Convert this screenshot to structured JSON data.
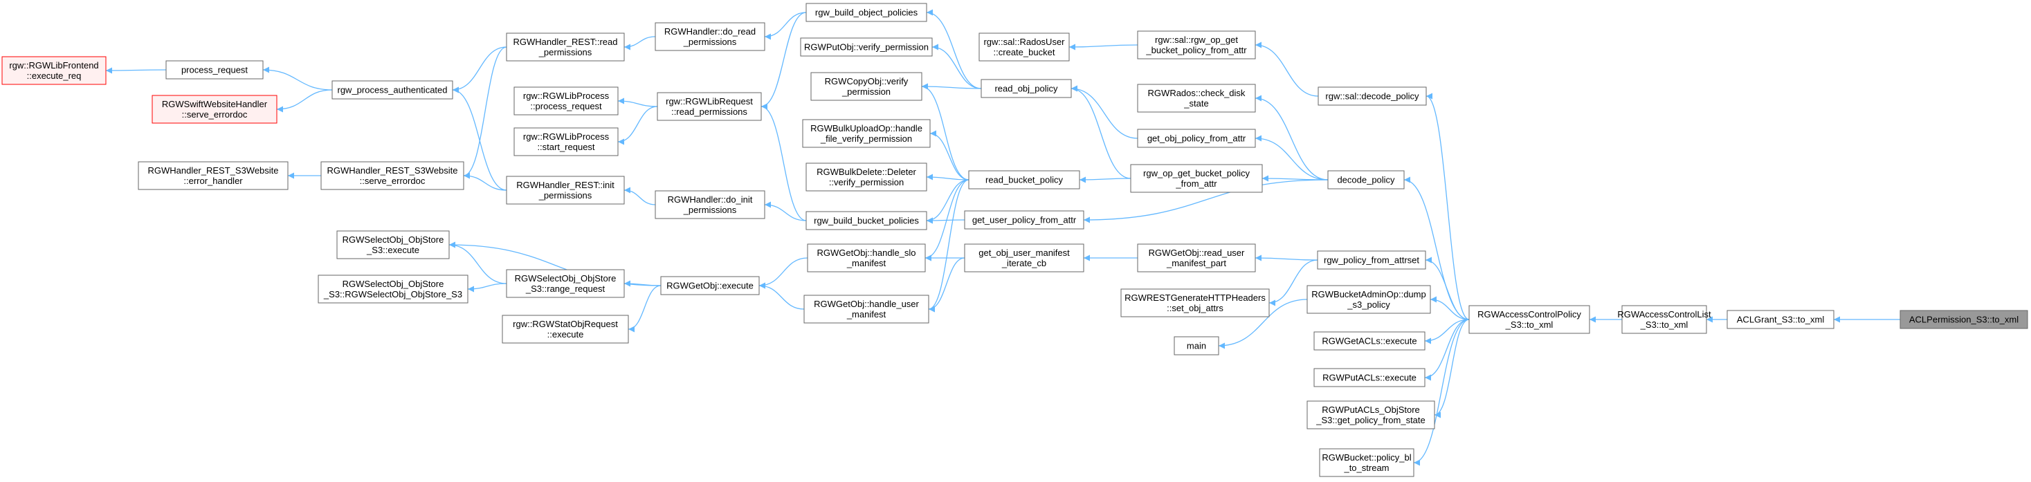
{
  "nodes": [
    {
      "id": "n01",
      "lines": [
        "ACLPermission_S3::to_xml"
      ],
      "style": "root"
    },
    {
      "id": "n02",
      "lines": [
        "ACLGrant_S3::to_xml"
      ]
    },
    {
      "id": "n03",
      "lines": [
        "RGWAccessControlList",
        "_S3::to_xml"
      ]
    },
    {
      "id": "n04",
      "lines": [
        "RGWAccessControlPolicy",
        "_S3::to_xml"
      ]
    },
    {
      "id": "n05",
      "lines": [
        "rgw::sal::decode_policy"
      ]
    },
    {
      "id": "n06",
      "lines": [
        "decode_policy"
      ]
    },
    {
      "id": "n07",
      "lines": [
        "rgw_policy_from_attrset"
      ]
    },
    {
      "id": "n08",
      "lines": [
        "RGWBucketAdminOp::dump",
        "_s3_policy"
      ]
    },
    {
      "id": "n09",
      "lines": [
        "RGWGetACLs::execute"
      ]
    },
    {
      "id": "n10",
      "lines": [
        "RGWPutACLs::execute"
      ]
    },
    {
      "id": "n11",
      "lines": [
        "RGWPutACLs_ObjStore",
        "_S3::get_policy_from_state"
      ]
    },
    {
      "id": "n12",
      "lines": [
        "RGWBucket::policy_bl",
        "_to_stream"
      ]
    },
    {
      "id": "n13",
      "lines": [
        "rgw::sal::rgw_op_get",
        "_bucket_policy_from_attr"
      ]
    },
    {
      "id": "n14",
      "lines": [
        "RGWRados::check_disk",
        "_state"
      ]
    },
    {
      "id": "n15",
      "lines": [
        "get_obj_policy_from_attr"
      ]
    },
    {
      "id": "n16",
      "lines": [
        "rgw_op_get_bucket_policy",
        "_from_attr"
      ]
    },
    {
      "id": "n17",
      "lines": [
        "RGWGetObj::read_user",
        "_manifest_part"
      ]
    },
    {
      "id": "n18",
      "lines": [
        "RGWRESTGenerateHTTPHeaders",
        "::set_obj_attrs"
      ]
    },
    {
      "id": "n19",
      "lines": [
        "main"
      ]
    },
    {
      "id": "n20",
      "lines": [
        "rgw::sal::RadosUser",
        "::create_bucket"
      ]
    },
    {
      "id": "n21",
      "lines": [
        "read_obj_policy"
      ]
    },
    {
      "id": "n22",
      "lines": [
        "read_bucket_policy"
      ]
    },
    {
      "id": "n23",
      "lines": [
        "get_user_policy_from_attr"
      ]
    },
    {
      "id": "n24",
      "lines": [
        "get_obj_user_manifest",
        "_iterate_cb"
      ]
    },
    {
      "id": "n25",
      "lines": [
        "rgw_build_object_policies"
      ]
    },
    {
      "id": "n26",
      "lines": [
        "RGWPutObj::verify_permission"
      ]
    },
    {
      "id": "n27",
      "lines": [
        "RGWCopyObj::verify",
        "_permission"
      ]
    },
    {
      "id": "n28",
      "lines": [
        "RGWBulkUploadOp::handle",
        "_file_verify_permission"
      ]
    },
    {
      "id": "n29",
      "lines": [
        "RGWBulkDelete::Deleter",
        "::verify_permission"
      ]
    },
    {
      "id": "n30",
      "lines": [
        "rgw_build_bucket_policies"
      ]
    },
    {
      "id": "n31",
      "lines": [
        "RGWGetObj::handle_slo",
        "_manifest"
      ]
    },
    {
      "id": "n32",
      "lines": [
        "RGWGetObj::handle_user",
        "_manifest"
      ]
    },
    {
      "id": "n33",
      "lines": [
        "RGWHandler::do_read",
        "_permissions"
      ]
    },
    {
      "id": "n34",
      "lines": [
        "rgw::RGWLibRequest",
        "::read_permissions"
      ]
    },
    {
      "id": "n35",
      "lines": [
        "RGWHandler::do_init",
        "_permissions"
      ]
    },
    {
      "id": "n36",
      "lines": [
        "RGWGetObj::execute"
      ]
    },
    {
      "id": "n37",
      "lines": [
        "RGWHandler_REST::read",
        "_permissions"
      ]
    },
    {
      "id": "n38",
      "lines": [
        "rgw::RGWLibProcess",
        "::process_request"
      ]
    },
    {
      "id": "n39",
      "lines": [
        "rgw::RGWLibProcess",
        "::start_request"
      ]
    },
    {
      "id": "n40",
      "lines": [
        "RGWHandler_REST::init",
        "_permissions"
      ]
    },
    {
      "id": "n41",
      "lines": [
        "RGWSelectObj_ObjStore",
        "_S3::range_request"
      ]
    },
    {
      "id": "n42",
      "lines": [
        "rgw::RGWStatObjRequest",
        "::execute"
      ]
    },
    {
      "id": "n43",
      "lines": [
        "rgw_process_authenticated"
      ]
    },
    {
      "id": "n44",
      "lines": [
        "RGWHandler_REST_S3Website",
        "::serve_errordoc"
      ]
    },
    {
      "id": "n45",
      "lines": [
        "RGWSelectObj_ObjStore",
        "_S3::execute"
      ]
    },
    {
      "id": "n46",
      "lines": [
        "RGWSelectObj_ObjStore",
        "_S3::RGWSelectObj_ObjStore_S3"
      ]
    },
    {
      "id": "n47",
      "lines": [
        "process_request"
      ]
    },
    {
      "id": "n48",
      "lines": [
        "RGWSwiftWebsiteHandler",
        "::serve_errordoc"
      ],
      "style": "red"
    },
    {
      "id": "n49",
      "lines": [
        "RGWHandler_REST_S3Website",
        "::error_handler"
      ]
    },
    {
      "id": "n50",
      "lines": [
        "rgw::RGWLibFrontend",
        "::execute_req"
      ],
      "style": "red"
    }
  ],
  "edges": [
    [
      "n02",
      "n01"
    ],
    [
      "n03",
      "n02"
    ],
    [
      "n04",
      "n03"
    ],
    [
      "n05",
      "n04"
    ],
    [
      "n06",
      "n04"
    ],
    [
      "n07",
      "n04"
    ],
    [
      "n08",
      "n04"
    ],
    [
      "n09",
      "n04"
    ],
    [
      "n10",
      "n04"
    ],
    [
      "n11",
      "n04"
    ],
    [
      "n12",
      "n04"
    ],
    [
      "n13",
      "n05"
    ],
    [
      "n14",
      "n06"
    ],
    [
      "n15",
      "n06"
    ],
    [
      "n16",
      "n06"
    ],
    [
      "n23",
      "n06"
    ],
    [
      "n17",
      "n07"
    ],
    [
      "n18",
      "n07"
    ],
    [
      "n19",
      "n08"
    ],
    [
      "n20",
      "n13"
    ],
    [
      "n21",
      "n15"
    ],
    [
      "n21",
      "n16"
    ],
    [
      "n22",
      "n16"
    ],
    [
      "n24",
      "n17"
    ],
    [
      "n25",
      "n21"
    ],
    [
      "n26",
      "n21"
    ],
    [
      "n27",
      "n21"
    ],
    [
      "n27",
      "n22"
    ],
    [
      "n28",
      "n22"
    ],
    [
      "n29",
      "n22"
    ],
    [
      "n30",
      "n22"
    ],
    [
      "n31",
      "n22"
    ],
    [
      "n32",
      "n22"
    ],
    [
      "n30",
      "n23"
    ],
    [
      "n31",
      "n24"
    ],
    [
      "n32",
      "n24"
    ],
    [
      "n33",
      "n25"
    ],
    [
      "n34",
      "n25"
    ],
    [
      "n34",
      "n30"
    ],
    [
      "n35",
      "n30"
    ],
    [
      "n36",
      "n31"
    ],
    [
      "n36",
      "n32"
    ],
    [
      "n37",
      "n33"
    ],
    [
      "n38",
      "n34"
    ],
    [
      "n39",
      "n34"
    ],
    [
      "n40",
      "n35"
    ],
    [
      "n41",
      "n36"
    ],
    [
      "n42",
      "n36"
    ],
    [
      "n45",
      "n36"
    ],
    [
      "n43",
      "n37"
    ],
    [
      "n43",
      "n40"
    ],
    [
      "n44",
      "n37"
    ],
    [
      "n44",
      "n40"
    ],
    [
      "n45",
      "n41"
    ],
    [
      "n46",
      "n41"
    ],
    [
      "n47",
      "n43"
    ],
    [
      "n48",
      "n43"
    ],
    [
      "n49",
      "n44"
    ],
    [
      "n50",
      "n47"
    ]
  ]
}
